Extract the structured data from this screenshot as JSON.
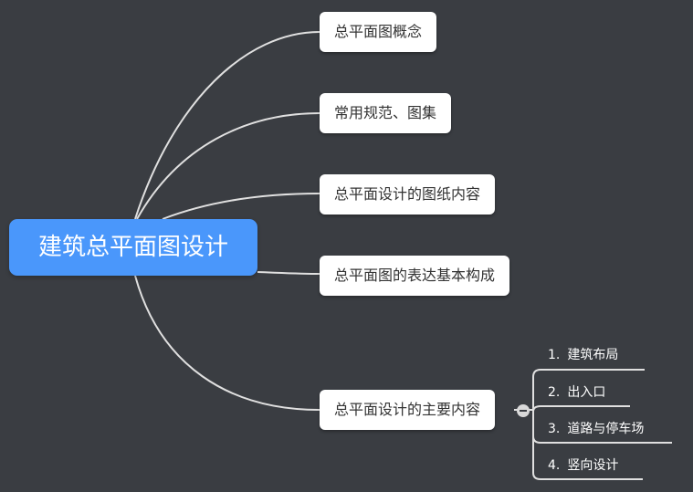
{
  "mindmap": {
    "root": {
      "label": "建筑总平面图设计"
    },
    "topics": [
      {
        "label": "总平面图概念"
      },
      {
        "label": "常用规范、图集"
      },
      {
        "label": "总平面设计的图纸内容"
      },
      {
        "label": "总平面图的表达基本构成"
      },
      {
        "label": "总平面设计的主要内容"
      }
    ],
    "subtopics": [
      {
        "num": "1.",
        "label": "建筑布局"
      },
      {
        "num": "2.",
        "label": "出入口"
      },
      {
        "num": "3.",
        "label": "道路与停车场"
      },
      {
        "num": "4.",
        "label": "竖向设计"
      }
    ],
    "colors": {
      "background": "#3a3d42",
      "root_fill": "#4a97fb",
      "topic_fill": "#ffffff",
      "connector": "#e0e0e0"
    }
  }
}
